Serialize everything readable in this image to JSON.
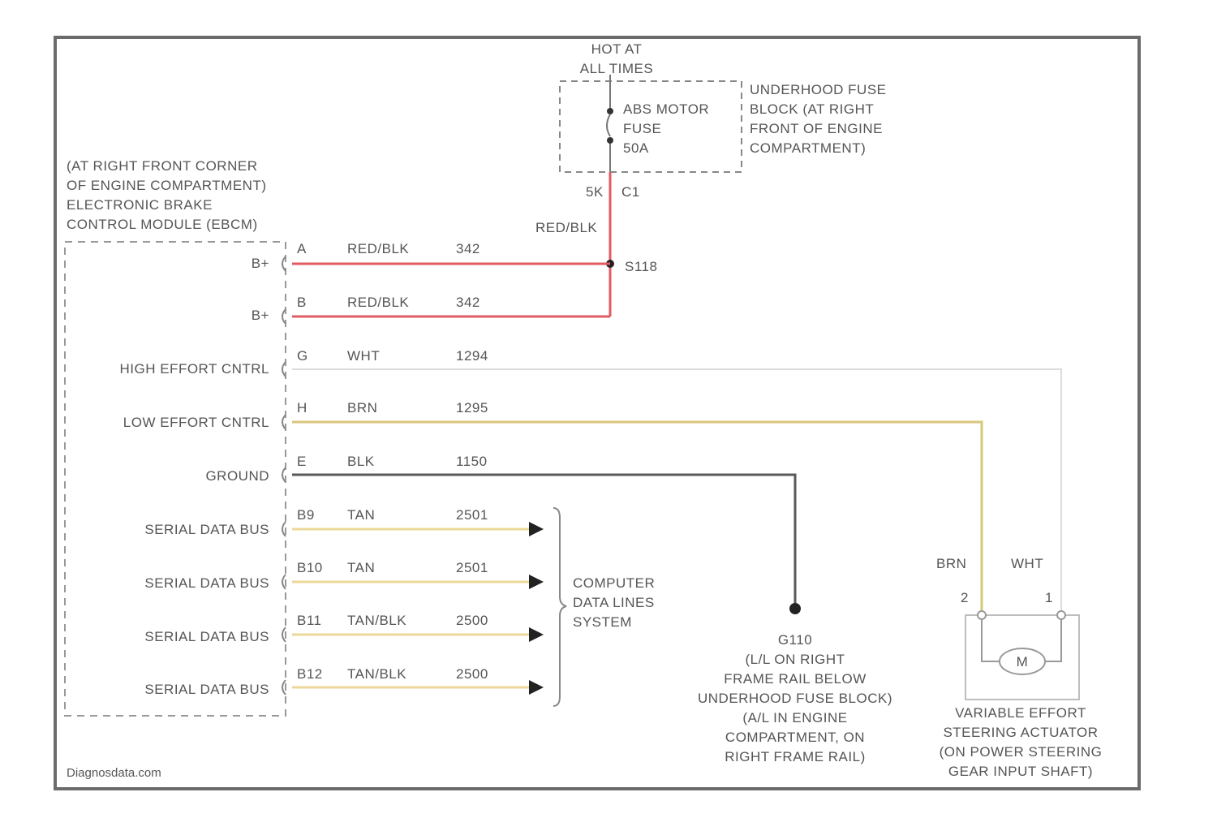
{
  "diagram": {
    "fuse": {
      "hot_label": [
        "HOT AT",
        "ALL TIMES"
      ],
      "fuse_label": [
        "ABS MOTOR",
        "FUSE",
        "50A"
      ],
      "block_label": [
        "UNDERHOOD FUSE",
        "BLOCK (AT RIGHT",
        "FRONT OF ENGINE",
        "COMPARTMENT)"
      ],
      "connector_left": "5K",
      "connector_right": "C1",
      "feed_wire_color": "RED/BLK",
      "splice_label": "S118"
    },
    "module": {
      "title": [
        "(AT RIGHT FRONT CORNER",
        "OF ENGINE COMPARTMENT)",
        "ELECTRONIC BRAKE",
        "CONTROL MODULE (EBCM)"
      ]
    },
    "pins": [
      {
        "side": "B+",
        "pin": "A",
        "color": "RED/BLK",
        "circuit": "342"
      },
      {
        "side": "B+",
        "pin": "B",
        "color": "RED/BLK",
        "circuit": "342"
      },
      {
        "side": "HIGH EFFORT CNTRL",
        "pin": "G",
        "color": "WHT",
        "circuit": "1294"
      },
      {
        "side": "LOW EFFORT CNTRL",
        "pin": "H",
        "color": "BRN",
        "circuit": "1295"
      },
      {
        "side": "GROUND",
        "pin": "E",
        "color": "BLK",
        "circuit": "1150"
      },
      {
        "side": "SERIAL DATA BUS",
        "pin": "B9",
        "color": "TAN",
        "circuit": "2501"
      },
      {
        "side": "SERIAL DATA BUS",
        "pin": "B10",
        "color": "TAN",
        "circuit": "2501"
      },
      {
        "side": "SERIAL DATA BUS",
        "pin": "B11",
        "color": "TAN/BLK",
        "circuit": "2500"
      },
      {
        "side": "SERIAL DATA BUS",
        "pin": "B12",
        "color": "TAN/BLK",
        "circuit": "2500"
      }
    ],
    "data_lines_label": [
      "COMPUTER",
      "DATA LINES",
      "SYSTEM"
    ],
    "ground": {
      "label": [
        "G110",
        "(L/L ON RIGHT",
        "FRAME RAIL BELOW",
        "UNDERHOOD FUSE BLOCK)",
        "(A/L IN ENGINE",
        "COMPARTMENT, ON",
        "RIGHT FRAME RAIL)"
      ]
    },
    "actuator": {
      "wire_left": "BRN",
      "wire_right": "WHT",
      "pin_left": "2",
      "pin_right": "1",
      "motor_symbol": "M",
      "label": [
        "VARIABLE EFFORT",
        "STEERING ACTUATOR",
        "(ON POWER STEERING",
        "GEAR INPUT SHAFT)"
      ]
    },
    "colors": {
      "red": "#e25b62",
      "tan": "#ecd79a",
      "brown": "#d9c67e",
      "white_wire": "#dcdcdc",
      "black_wire": "#5a5a5a",
      "text": "#555555"
    },
    "credit": "Diagnosdata.com"
  }
}
